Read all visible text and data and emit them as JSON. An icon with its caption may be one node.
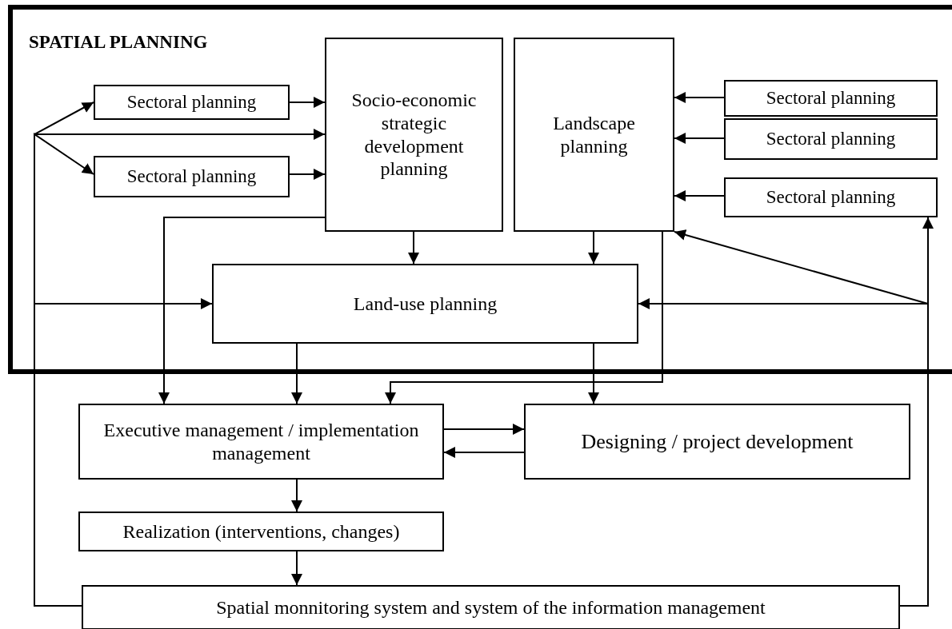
{
  "diagram": {
    "nodes": [
      {
        "text": [
          "SPATIAL PLANNING"
        ]
      },
      {
        "text": [
          "Sectoral planning"
        ],
        "in": 0
      },
      {
        "text": [
          "Sectoral planning"
        ],
        "in": 0
      },
      {
        "text": [
          "Socio-economic strategic development planning"
        ],
        "in": 0
      },
      {
        "text": [
          "Landscape planning"
        ],
        "in": 0
      },
      {
        "text": [
          "Sectoral planning"
        ],
        "in": 0
      },
      {
        "text": [
          "Sectoral planning"
        ],
        "in": 0
      },
      {
        "text": [
          "Sectoral planning"
        ],
        "in": 0
      },
      {
        "text": [
          "Land-use planning"
        ],
        "in": 0
      },
      {
        "text": [
          "Executive management / implementation management"
        ]
      },
      {
        "text": [
          "Designing / project development"
        ]
      },
      {
        "text": [
          "Realization (interventions, changes)"
        ]
      },
      {
        "text": [
          "Spatial monnitoring system and system of the information management"
        ]
      }
    ],
    "edges": [
      {
        "from": 12,
        "to": 1,
        "arrow": "to"
      },
      {
        "from": 12,
        "to": 3,
        "arrow": "to"
      },
      {
        "from": 12,
        "to": 2,
        "arrow": "to"
      },
      {
        "from": 1,
        "to": 3,
        "arrow": "to"
      },
      {
        "from": 2,
        "to": 3,
        "arrow": "to"
      },
      {
        "from": 5,
        "to": 4,
        "arrow": "to"
      },
      {
        "from": 6,
        "to": 4,
        "arrow": "to"
      },
      {
        "from": 7,
        "to": 4,
        "arrow": "to"
      },
      {
        "from": 12,
        "to": 7,
        "arrow": "to"
      },
      {
        "from": 12,
        "to": 4,
        "arrow": "to"
      },
      {
        "from": 3,
        "to": 8,
        "arrow": "to"
      },
      {
        "from": 4,
        "to": 8,
        "arrow": "to"
      },
      {
        "from": 12,
        "to": 8,
        "arrow": "to"
      },
      {
        "from": 12,
        "to": 8,
        "arrow": "to"
      },
      {
        "from": 3,
        "to": 9,
        "arrow": "to"
      },
      {
        "from": 8,
        "to": 9,
        "arrow": "to"
      },
      {
        "from": 4,
        "to": 9,
        "arrow": "to"
      },
      {
        "from": 8,
        "to": 10,
        "arrow": "to"
      },
      {
        "from": 9,
        "to": 10,
        "arrow": "to"
      },
      {
        "from": 10,
        "to": 9,
        "arrow": "to"
      },
      {
        "from": 9,
        "to": 11,
        "arrow": "to"
      },
      {
        "from": 11,
        "to": 12,
        "arrow": "to"
      }
    ]
  }
}
